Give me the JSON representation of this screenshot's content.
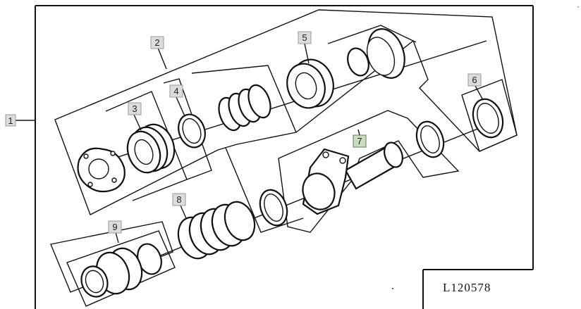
{
  "figure_code": "L120578",
  "callouts": [
    {
      "id": "1",
      "label": "1",
      "highlight": false
    },
    {
      "id": "2",
      "label": "2",
      "highlight": false
    },
    {
      "id": "3",
      "label": "3",
      "highlight": false
    },
    {
      "id": "4",
      "label": "4",
      "highlight": false
    },
    {
      "id": "5",
      "label": "5",
      "highlight": false
    },
    {
      "id": "6",
      "label": "6",
      "highlight": false
    },
    {
      "id": "7",
      "label": "7",
      "highlight": true
    },
    {
      "id": "8",
      "label": "8",
      "highlight": false
    },
    {
      "id": "9",
      "label": "9",
      "highlight": false
    }
  ],
  "colors": {
    "ink": "#111111",
    "callout_bg": "#dcdcdc",
    "callout_highlight_bg": "#c9dcc1"
  }
}
